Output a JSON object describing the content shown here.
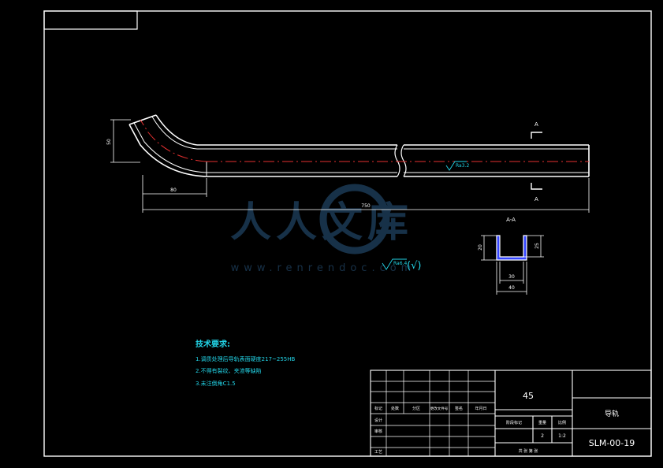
{
  "drawing": {
    "material": "45",
    "part_name": "导轨",
    "drawing_number": "SLM-00-19",
    "scale": "1:2",
    "quantity": "2",
    "section_label": "A-A",
    "cut_mark_top": "A",
    "cut_mark_bottom": "A",
    "roughness_main": "Ra3.2",
    "roughness_general": "Ra6.4",
    "roughness_general_suffix": "(√)"
  },
  "dimensions": {
    "overall_length": "750",
    "bend_offset_x": "80",
    "bend_height": "50",
    "section_inner_width": "30",
    "section_outer_width": "40",
    "section_height": "20",
    "section_flange": "25"
  },
  "tech_requirements": {
    "title": "技术要求:",
    "items": [
      "1.调质处理后导轨表面硬度217~255HB",
      "2.不得有裂纹、夹渣等缺陷",
      "3.未注倒角C1.5"
    ]
  },
  "title_block": {
    "header_labels": [
      "标记",
      "处数",
      "分区",
      "更改文件号",
      "签名",
      "年月日"
    ],
    "left_labels": [
      "设计",
      "审核",
      "工艺"
    ],
    "stage_label": "阶段标记",
    "weight_label": "重量",
    "scale_label": "比例",
    "sheet_text": "共 张  第 张"
  },
  "watermark": {
    "text": "人人文库",
    "url": "www.renrendoc.com"
  }
}
